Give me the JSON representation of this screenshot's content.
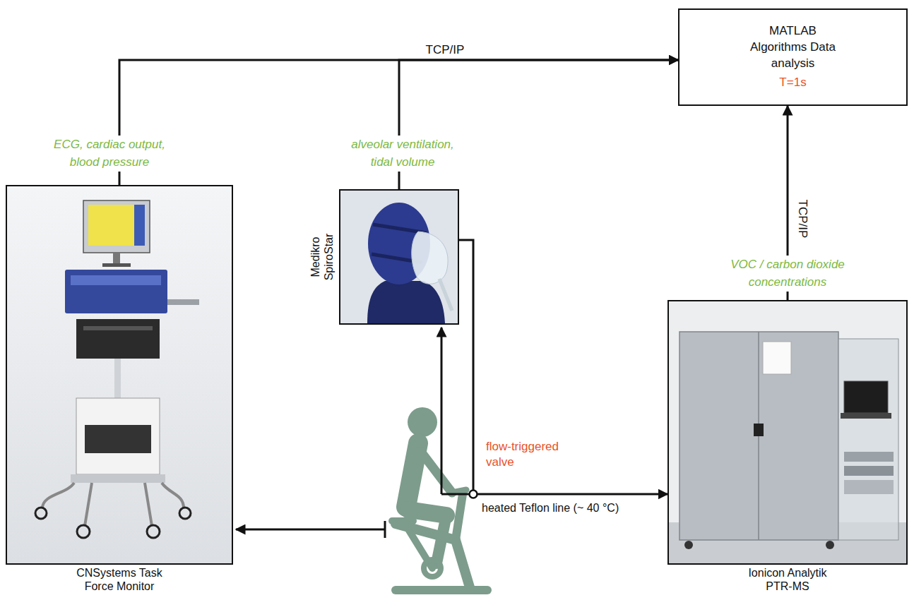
{
  "diagram": {
    "nodes": [
      {
        "text": [
          "MATLAB Algorithms Data analysis",
          "T=1s"
        ]
      },
      {
        "text": [
          "CNSystems Task Force Monitor"
        ]
      },
      {
        "text": [
          "Medikro SpiroStar"
        ]
      },
      {
        "text": [
          "Ionicon Analytik PTR-MS"
        ]
      }
    ],
    "edges": [
      {
        "from": 1,
        "to": 0,
        "arrow": "to",
        "label": "TCP/IP"
      },
      {
        "from": 2,
        "to": 0,
        "arrow": "to"
      },
      {
        "from": 3,
        "to": 0,
        "arrow": "to",
        "label": "TCP/IP"
      },
      {
        "from": 2,
        "to": 3,
        "arrow": "to"
      }
    ],
    "labels": [
      "ECG, cardiac output, blood pressure",
      "alveolar ventilation, tidal volume",
      "VOC / carbon dioxide concentrations",
      "flow-triggered valve",
      "heated Teflon line (~ 40 °C)"
    ]
  }
}
